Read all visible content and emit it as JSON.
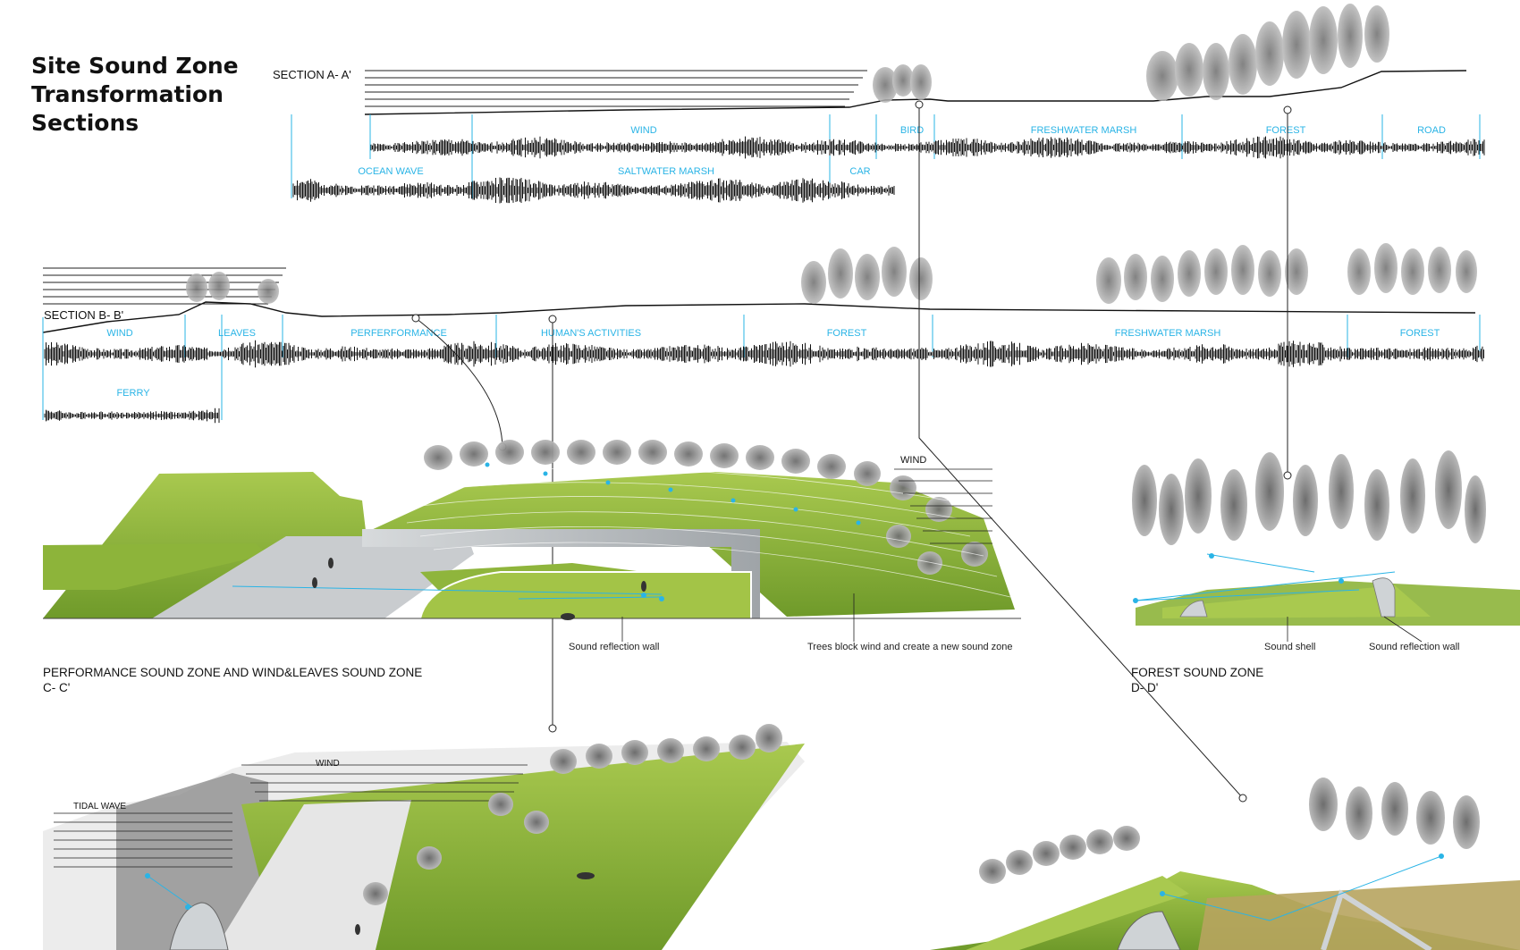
{
  "title": {
    "line1": "Site Sound Zone",
    "line2": "Transformation",
    "line3": "Sections"
  },
  "section_a": {
    "label": "SECTION A- A'",
    "upper_zones": [
      "WIND",
      "BIRD",
      "FRESHWATER MARSH",
      "FOREST",
      "ROAD"
    ],
    "lower_zones": [
      "OCEAN WAVE",
      "SALTWATER MARSH",
      "CAR"
    ]
  },
  "section_b": {
    "label": "SECTION B- B'",
    "upper_zones": [
      "WIND",
      "LEAVES",
      "PERFERFORMANCE",
      "HUMAN'S ACTIVITIES",
      "FOREST",
      "FRESHWATER MARSH",
      "FOREST"
    ],
    "lower_zones": [
      "FERRY"
    ]
  },
  "zone_c": {
    "title_line1": "PERFORMANCE SOUND ZONE AND WIND&LEAVES SOUND ZONE",
    "title_line2": "C- C'",
    "wind_label": "WIND",
    "note_wall": "Sound reflection wall",
    "note_trees": "Trees block wind and create a new sound zone"
  },
  "zone_d": {
    "title_line1": "FOREST SOUND ZONE",
    "title_line2": "D- D'",
    "note_shell": "Sound shell",
    "note_wall": "Sound reflection wall"
  },
  "lower_left": {
    "wind_label": "WIND",
    "tidal_label": "TIDAL WAVE"
  },
  "colors": {
    "accent": "#2ab4e6",
    "grass": "#8db43a",
    "grass_dark": "#5f8a24",
    "wall": "#bfc3c6",
    "wave": "#111111"
  }
}
